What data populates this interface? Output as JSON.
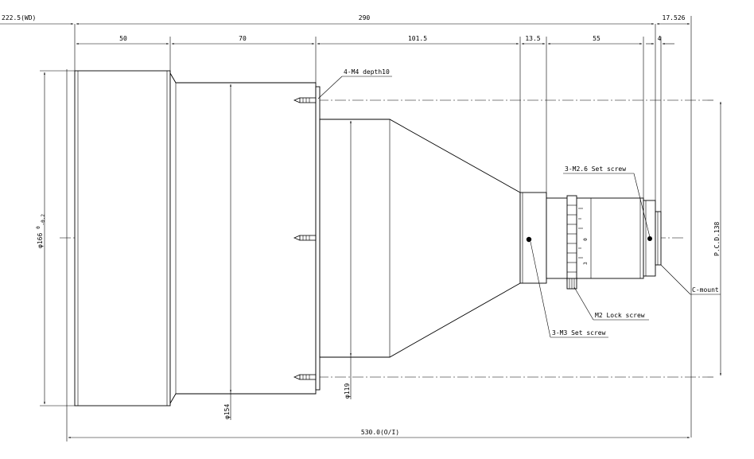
{
  "dimensions": {
    "wd": "222.5(WD)",
    "total_top": "290",
    "d50": "50",
    "d70": "70",
    "d101_5": "101.5",
    "d13_5": "13.5",
    "d55": "55",
    "d4": "4",
    "d17_526": "17.526",
    "total_bottom": "530.0(O/I)"
  },
  "callouts": {
    "m4": "4-M4 depth10",
    "m2_6": "3-M2.6 Set screw",
    "m2_lock": "M2 Lock screw",
    "m3": "3-M3 Set screw",
    "c_mount": "C-mount"
  },
  "diameters": {
    "phi166_main": "φ166",
    "phi166_upper": "0",
    "phi166_lower": "-0.2",
    "phi154": "φ154",
    "phi119": "φ119",
    "pcd": "P.C.D.138"
  },
  "scale_marks": {
    "zero": "0",
    "three": "3"
  }
}
